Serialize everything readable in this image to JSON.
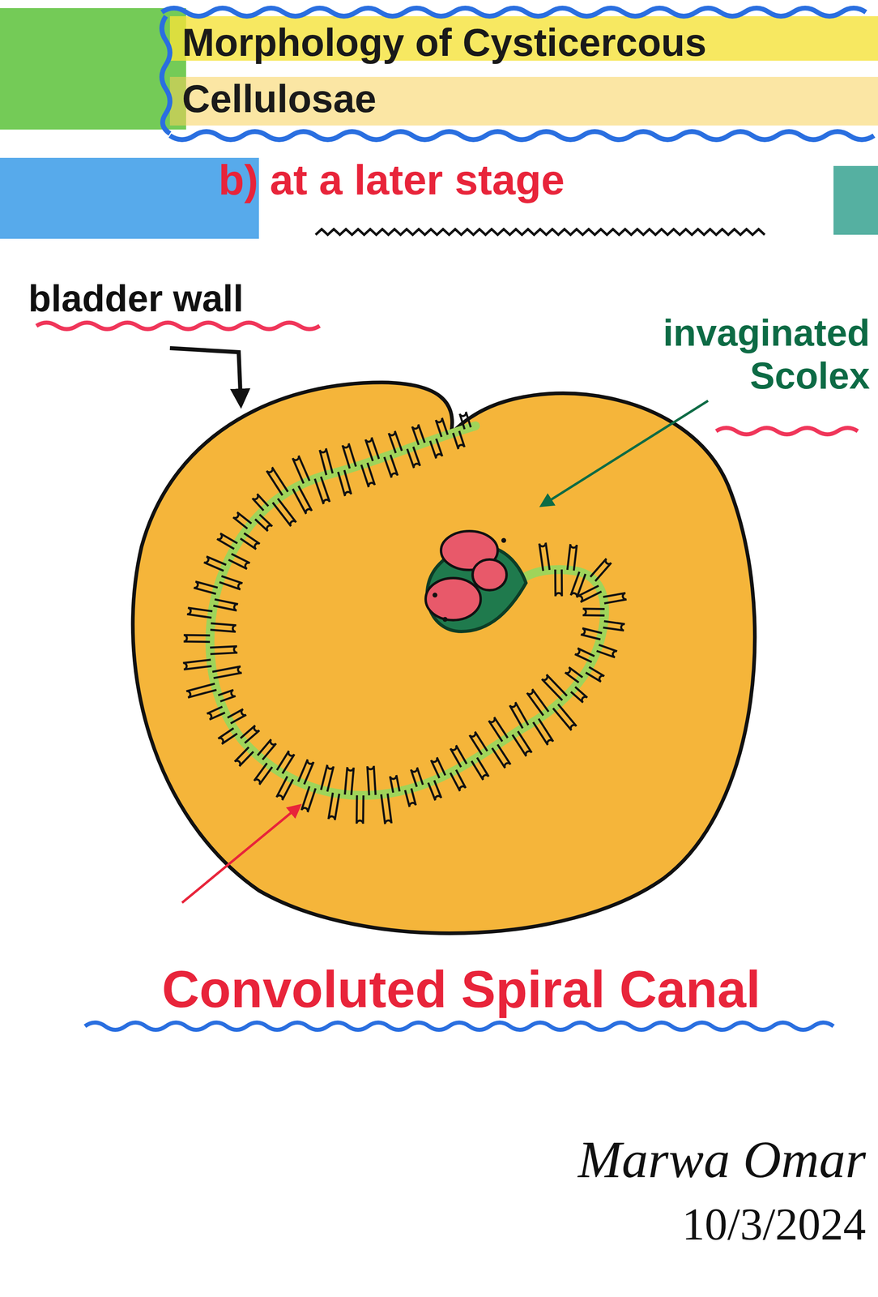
{
  "diagram": {
    "title": "Morphology of Cysticercous Cellulosae",
    "labels": [
      "b) at a later stage",
      "bladder wall",
      "invaginated Scolex",
      "Convoluted Spiral Canal",
      "Marwa Omar",
      "10/3/2024"
    ]
  }
}
